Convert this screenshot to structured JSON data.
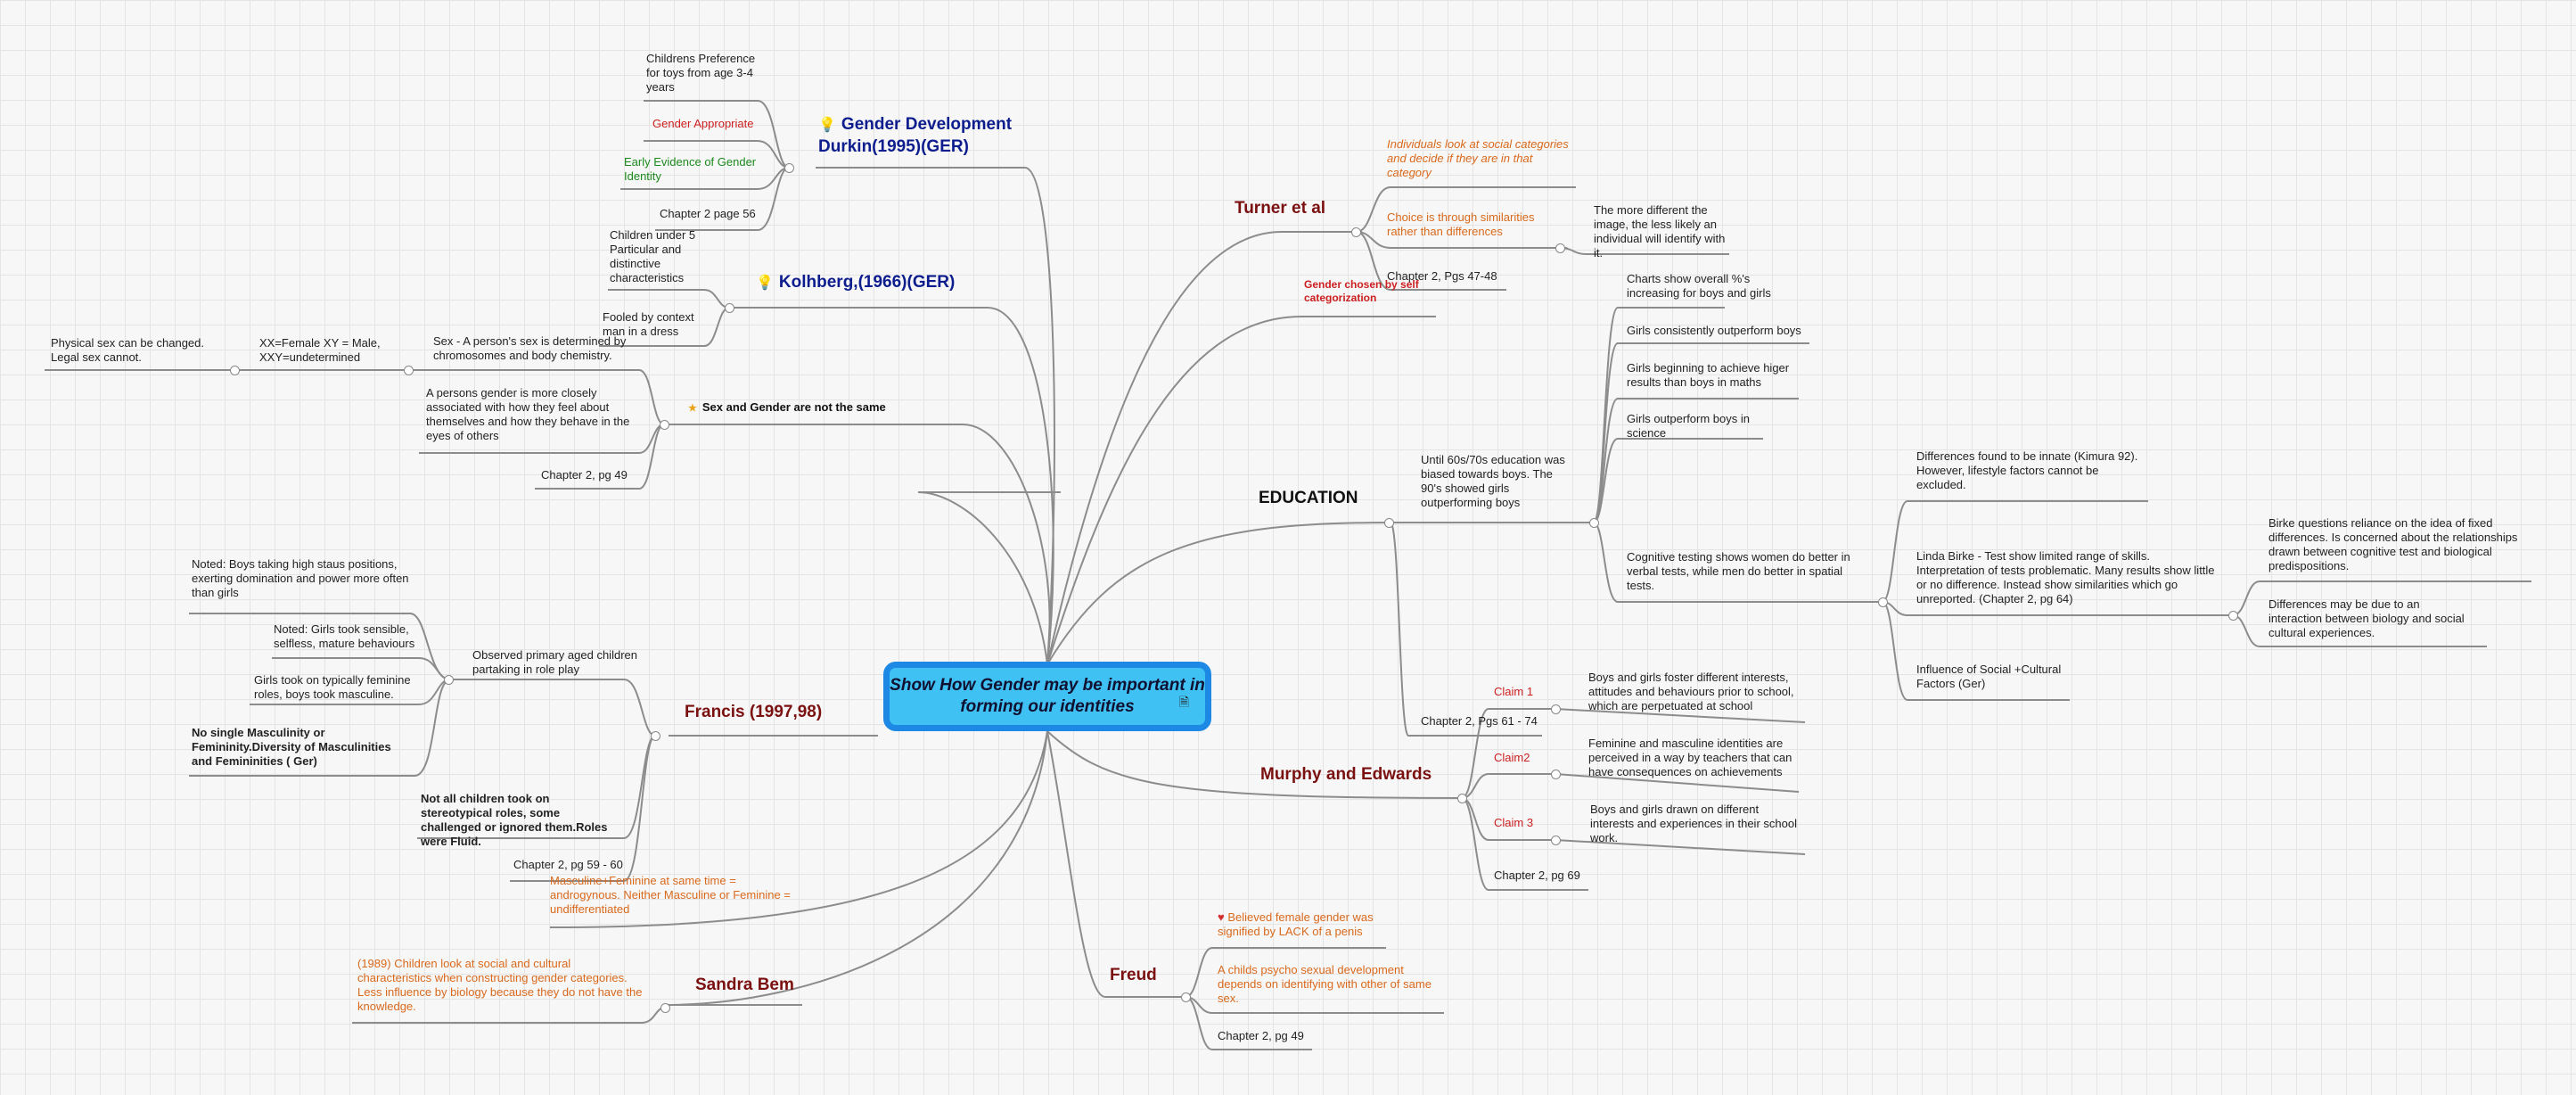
{
  "central": {
    "label": "Show How Gender may be important in forming our identities",
    "note_icon": "note-icon"
  },
  "topics": {
    "durkin": "Gender Development Durkin(1995)(GER)",
    "kolhberg": "Kolhberg,(1966)(GER)",
    "sex_gender": "Sex and Gender are not the same",
    "francis": "Francis (1997,98)",
    "sandra": "Sandra Bem",
    "turner": "Turner et al",
    "education": "EDUCATION",
    "murphy": "Murphy and Edwards",
    "freud": "Freud"
  },
  "durkin": {
    "toys": "Childrens Preference for toys from age 3-4 years",
    "appropriate": "Gender Appropriate",
    "early": "Early Evidence of Gender Identity",
    "chapter": "Chapter 2 page 56"
  },
  "kolhberg": {
    "under5": "Children under 5 Particular and distinctive characteristics",
    "fooled": "Fooled by context man in a dress"
  },
  "sex_gender": {
    "sex": "Sex - A  person's sex is determined by chromosomes and body chemistry.",
    "xx": "XX=Female XY = Male, XXY=undetermined",
    "physical": "Physical sex can be changed. Legal sex cannot.",
    "gender": "A persons gender is more closely associated with how they feel about themselves and how they behave in the eyes of others",
    "chapter": "Chapter 2, pg 49"
  },
  "francis": {
    "observed": "Observed primary aged children partaking in role play",
    "boys_noted": "Noted: Boys taking high staus positions, exerting domination and power more often than girls",
    "girls_noted": "Noted: Girls took sensible, selfless, mature behaviours",
    "feminine_roles": "Girls took on typically feminine roles, boys took masculine.",
    "no_single": "No single Masculinity or Femininity.Diversity of Masculinities and Femininities ( Ger)",
    "not_all": "Not all children took on stereotypical roles, some challenged or ignored them.Roles were Fluid.",
    "chapter": "Chapter 2, pg 59 - 60"
  },
  "sandra": {
    "masculine_feminine": "Masculine+Feminine at same time = androgynous.  Neither Masculine or Feminine = undifferentiated",
    "children_1989": "(1989) Children look at social and cultural characteristics when constructing gender categories.  Less influence by biology because they do not have the knowledge."
  },
  "turner": {
    "individuals": "Individuals look at social categories and decide if they are in that category",
    "choice": "Choice is through similarities rather than differences",
    "more_different": "The more different the image, the less likely an individual will identify with it.",
    "chapter": "Chapter 2, Pgs 47-48",
    "self_cat": "Gender chosen by self categorization"
  },
  "education": {
    "until": "Until 60s/70s education was biased towards boys.  The 90's showed girls outperforming boys",
    "charts": "Charts show overall %'s increasing for boys and girls",
    "consistently": "Girls consistently outperform boys",
    "maths": "Girls beginning to achieve higer results than boys in maths",
    "science": "Girls outperform boys in science",
    "cognitive": "Cognitive testing shows women do better in verbal tests, while men do better in spatial tests.",
    "innate": "Differences found to be innate (Kimura 92).  However, lifestyle factors cannot be excluded.",
    "birke": "Linda Birke - Test show limited range of skills. Interpretation of tests problematic.  Many results show little or no difference.  Instead show similarities which go unreported. (Chapter 2, pg 64)",
    "birke_questions": "Birke questions reliance on the idea of fixed differences.  Is concerned about the relationships drawn between cognitive test and biological predispositions.",
    "interaction": "Differences may be due to an interaction between biology and social cultural experiences.",
    "influence": "Influence of Social +Cultural Factors (Ger)",
    "chapter": "Chapter 2, Pgs 61 - 74"
  },
  "murphy": {
    "claim1": "Claim 1",
    "claim1_text": "Boys and girls foster different interests, attitudes and behaviours prior to school, which are perpetuated at school",
    "claim2": "Claim2",
    "claim2_text": "Feminine and masculine identities are perceived in a way by teachers that can have consequences on achievements",
    "claim3": "Claim 3",
    "claim3_text": "Boys and girls drawn on different interests and experiences in their school work.",
    "chapter": "Chapter 2, pg 69"
  },
  "freud": {
    "believed": "Believed female gender was signified by LACK of a penis",
    "psycho": "A childs psycho sexual development depends on identifying with other of same sex.",
    "chapter": "Chapter 2, pg 49"
  },
  "icons": {
    "bulb": "lightbulb-icon",
    "star": "star-icon",
    "heart": "heart-icon",
    "note": "note-icon"
  }
}
